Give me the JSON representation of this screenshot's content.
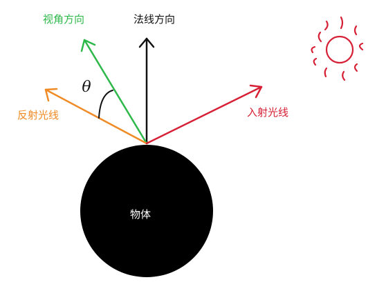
{
  "labels": {
    "view_direction": "视角方向",
    "normal_direction": "法线方向",
    "reflected_ray": "反射光线",
    "incident_ray": "入射光线",
    "object": "物体",
    "theta": "θ"
  },
  "colors": {
    "view_direction": "#2db84a",
    "normal_direction": "#111111",
    "reflected_ray": "#f08a24",
    "incident_ray": "#d62035",
    "object_fill": "#000000",
    "object_text": "#ffffff",
    "sun": "#d62035",
    "angle_arc": "#111111"
  },
  "icons": {
    "sun": "sun-icon"
  }
}
